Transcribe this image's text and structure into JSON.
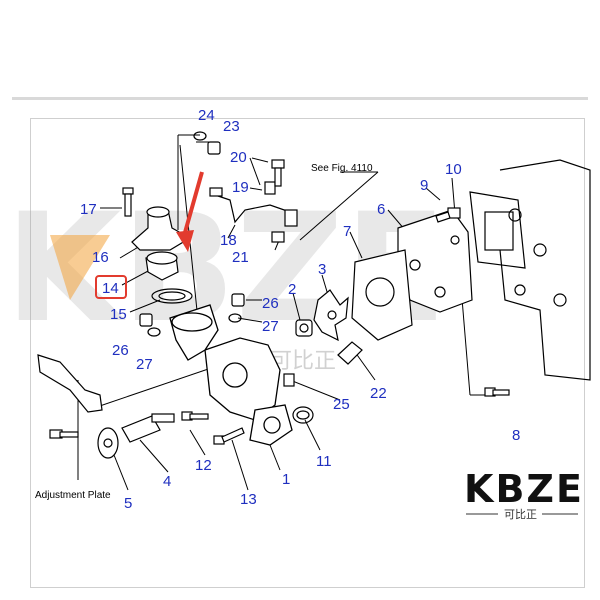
{
  "labels": {
    "p1": "1",
    "p2": "2",
    "p3": "3",
    "p4": "4",
    "p5": "5",
    "p6": "6",
    "p7": "7",
    "p8": "8",
    "p9": "9",
    "p10": "10",
    "p11": "11",
    "p12": "12",
    "p13": "13",
    "p14": "14",
    "p15": "15",
    "p16": "16",
    "p17": "17",
    "p18": "18",
    "p19": "19",
    "p20": "20",
    "p21": "21",
    "p22": "22",
    "p23": "23",
    "p24": "24",
    "p25": "25",
    "p26a": "26",
    "p26b": "26",
    "p27a": "27",
    "p27b": "27"
  },
  "captions": {
    "see_fig": "See Fig. 4110",
    "adjustment_plate": "Adjustment Plate"
  },
  "watermark": {
    "letters": "KBZE",
    "cn": "可比正"
  },
  "logo": {
    "text": "KBZE",
    "sub": "可比正"
  },
  "colors": {
    "label": "#1f2fbf",
    "highlight_box": "#e23b2e",
    "arrow": "#e23b2e",
    "accent_orange": "#f2a33a"
  }
}
